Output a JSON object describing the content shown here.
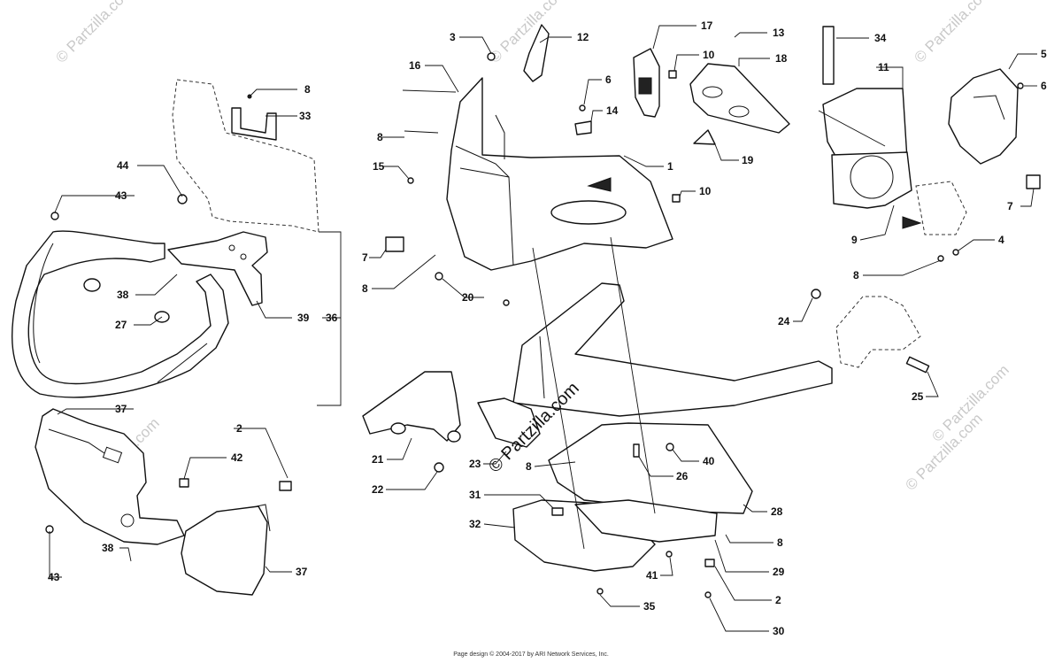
{
  "diagram": {
    "callouts": [
      {
        "id": "c1",
        "label": "8"
      },
      {
        "id": "c2",
        "label": "33"
      },
      {
        "id": "c3",
        "label": "44"
      },
      {
        "id": "c4",
        "label": "43"
      },
      {
        "id": "c5",
        "label": "38"
      },
      {
        "id": "c6",
        "label": "27"
      },
      {
        "id": "c7",
        "label": "39"
      },
      {
        "id": "c8",
        "label": "36"
      },
      {
        "id": "c9",
        "label": "37"
      },
      {
        "id": "c10",
        "label": "2"
      },
      {
        "id": "c11",
        "label": "42"
      },
      {
        "id": "c12",
        "label": "43"
      },
      {
        "id": "c13",
        "label": "38"
      },
      {
        "id": "c14",
        "label": "37"
      },
      {
        "id": "c15",
        "label": "3"
      },
      {
        "id": "c16",
        "label": "12"
      },
      {
        "id": "c17",
        "label": "17"
      },
      {
        "id": "c18",
        "label": "10"
      },
      {
        "id": "c19",
        "label": "13"
      },
      {
        "id": "c20",
        "label": "18"
      },
      {
        "id": "c21",
        "label": "16"
      },
      {
        "id": "c22",
        "label": "6"
      },
      {
        "id": "c23",
        "label": "14"
      },
      {
        "id": "c24",
        "label": "8"
      },
      {
        "id": "c25",
        "label": "15"
      },
      {
        "id": "c26",
        "label": "1"
      },
      {
        "id": "c27",
        "label": "19"
      },
      {
        "id": "c28",
        "label": "10"
      },
      {
        "id": "c29",
        "label": "7"
      },
      {
        "id": "c30",
        "label": "8"
      },
      {
        "id": "c31",
        "label": "20"
      },
      {
        "id": "c32",
        "label": "34"
      },
      {
        "id": "c33",
        "label": "11"
      },
      {
        "id": "c34",
        "label": "5"
      },
      {
        "id": "c35",
        "label": "6"
      },
      {
        "id": "c36",
        "label": "7"
      },
      {
        "id": "c37",
        "label": "9"
      },
      {
        "id": "c38",
        "label": "4"
      },
      {
        "id": "c39",
        "label": "8"
      },
      {
        "id": "c40",
        "label": "24"
      },
      {
        "id": "c41",
        "label": "25"
      },
      {
        "id": "c42",
        "label": "21"
      },
      {
        "id": "c43",
        "label": "22"
      },
      {
        "id": "c44",
        "label": "23"
      },
      {
        "id": "c45",
        "label": "8"
      },
      {
        "id": "c46",
        "label": "26"
      },
      {
        "id": "c47",
        "label": "40"
      },
      {
        "id": "c48",
        "label": "31"
      },
      {
        "id": "c49",
        "label": "32"
      },
      {
        "id": "c50",
        "label": "28"
      },
      {
        "id": "c51",
        "label": "8"
      },
      {
        "id": "c52",
        "label": "29"
      },
      {
        "id": "c53",
        "label": "41"
      },
      {
        "id": "c54",
        "label": "2"
      },
      {
        "id": "c55",
        "label": "35"
      },
      {
        "id": "c56",
        "label": "30"
      }
    ],
    "watermarks": [
      {
        "id": "w1",
        "text": "© Partzilla.com"
      },
      {
        "id": "w2",
        "text": "© Partzilla.com"
      },
      {
        "id": "w3",
        "text": "© Partzilla.com"
      },
      {
        "id": "w4",
        "text": "© Partzilla.com"
      },
      {
        "id": "w5",
        "text": "© Partzilla.com"
      },
      {
        "id": "w6",
        "text": "© Partzilla.com"
      }
    ],
    "center_watermark": "© Partzilla.com",
    "footer": "Page design © 2004-2017 by ARI Network Services, Inc."
  }
}
